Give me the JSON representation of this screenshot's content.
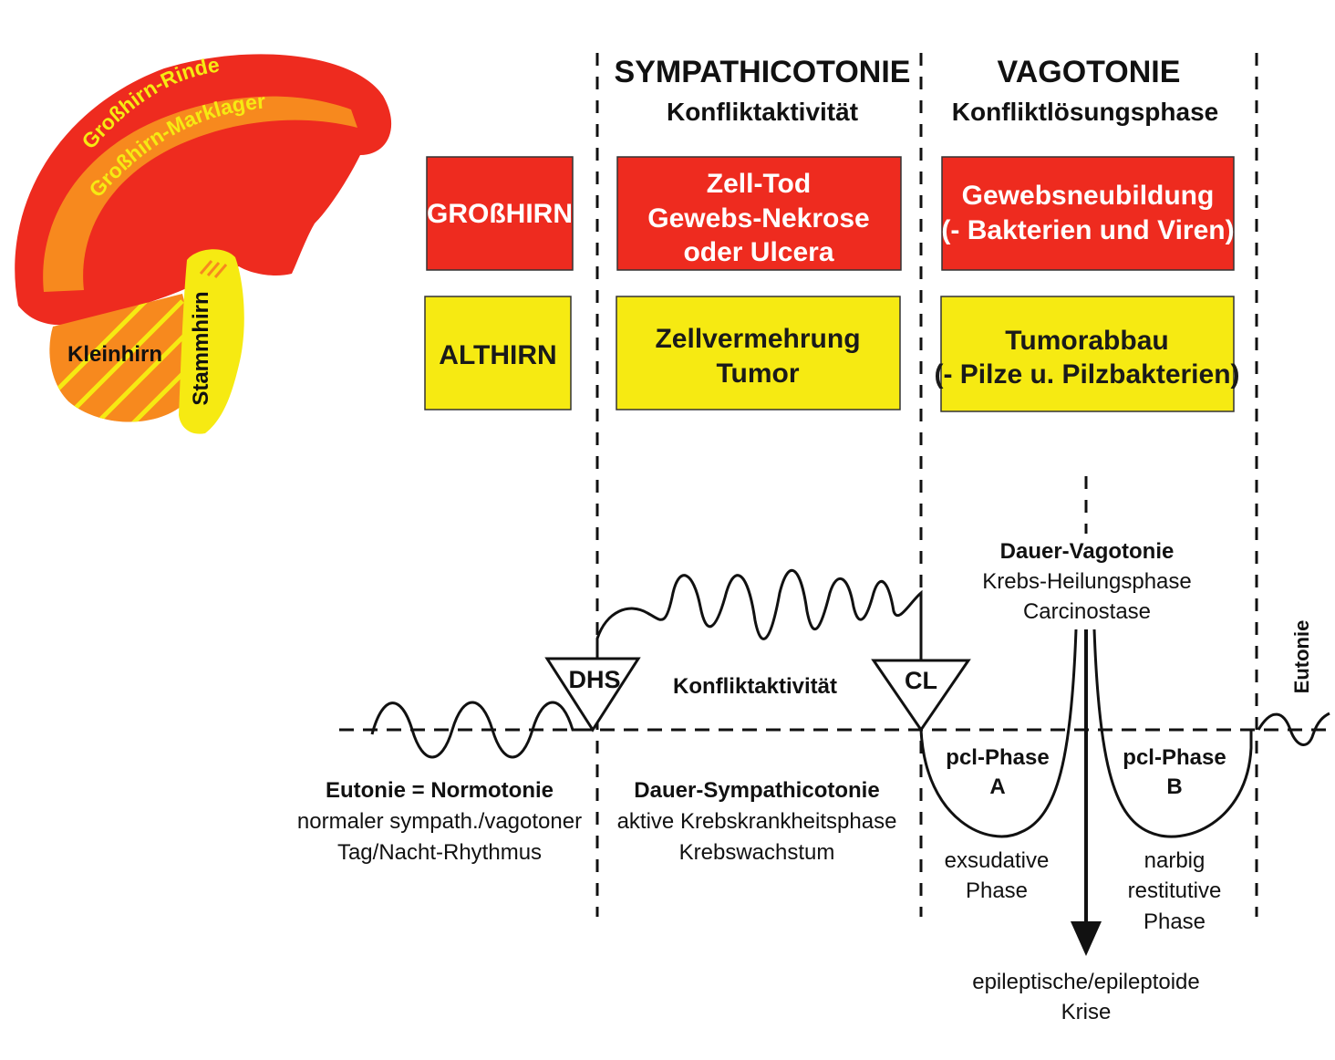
{
  "colors": {
    "red": "#ee2b1f",
    "orange": "#f7891e",
    "yellow": "#f6ea12",
    "ink": "#111111"
  },
  "brain": {
    "cortex_label": "Großhirn-Rinde",
    "medulla_label": "Großhirn-Marklager",
    "cerebellum_label": "Kleinhirn",
    "brainstem_label": "Stammhirn"
  },
  "columns": {
    "sympathicotonie": {
      "title": "SYMPATHICOTONIE",
      "subtitle": "Konfliktaktivität"
    },
    "vagotonie": {
      "title": "VAGOTONIE",
      "subtitle": "Konfliktlösungsphase"
    }
  },
  "boxes": {
    "grosshirn": {
      "label": "GROßHIRN"
    },
    "sym_red": {
      "line1": "Zell-Tod",
      "line2": "Gewebs-Nekrose",
      "line3": "oder Ulcera"
    },
    "vag_red": {
      "line1": "Gewebsneubildung",
      "line2": "(- Bakterien und Viren)"
    },
    "althirn": {
      "label": "ALTHIRN"
    },
    "sym_yellow": {
      "line1": "Zellvermehrung",
      "line2": "Tumor"
    },
    "vag_yellow": {
      "line1": "Tumorabbau",
      "line2": "(- Pilze u.  Pilzbakterien)"
    }
  },
  "curve": {
    "dhs_label": "DHS",
    "cl_label": "CL",
    "konflikt_label": "Konfliktaktivität",
    "eutonie_side": "Eutonie",
    "pcl_a_title": "pcl-Phase",
    "pcl_a_letter": "A",
    "pcl_b_title": "pcl-Phase",
    "pcl_b_letter": "B"
  },
  "phases": {
    "eutonie": {
      "title": "Eutonie = Normotonie",
      "line1": "normaler sympath./vagotoner",
      "line2": "Tag/Nacht-Rhythmus"
    },
    "dauer_sym": {
      "title": "Dauer-Sympathicotonie",
      "line1": "aktive Krebskrankheitsphase",
      "line2": "Krebswachstum"
    },
    "dauer_vag": {
      "title": "Dauer-Vagotonie",
      "line1": "Krebs-Heilungsphase",
      "line2": "Carcinostase"
    },
    "exsudativ": {
      "line1": "exsudative",
      "line2": "Phase"
    },
    "narbig": {
      "line1": "narbig",
      "line2": "restitutive",
      "line3": "Phase"
    },
    "krise": {
      "line1": "epileptische/epileptoide",
      "line2": "Krise"
    }
  }
}
